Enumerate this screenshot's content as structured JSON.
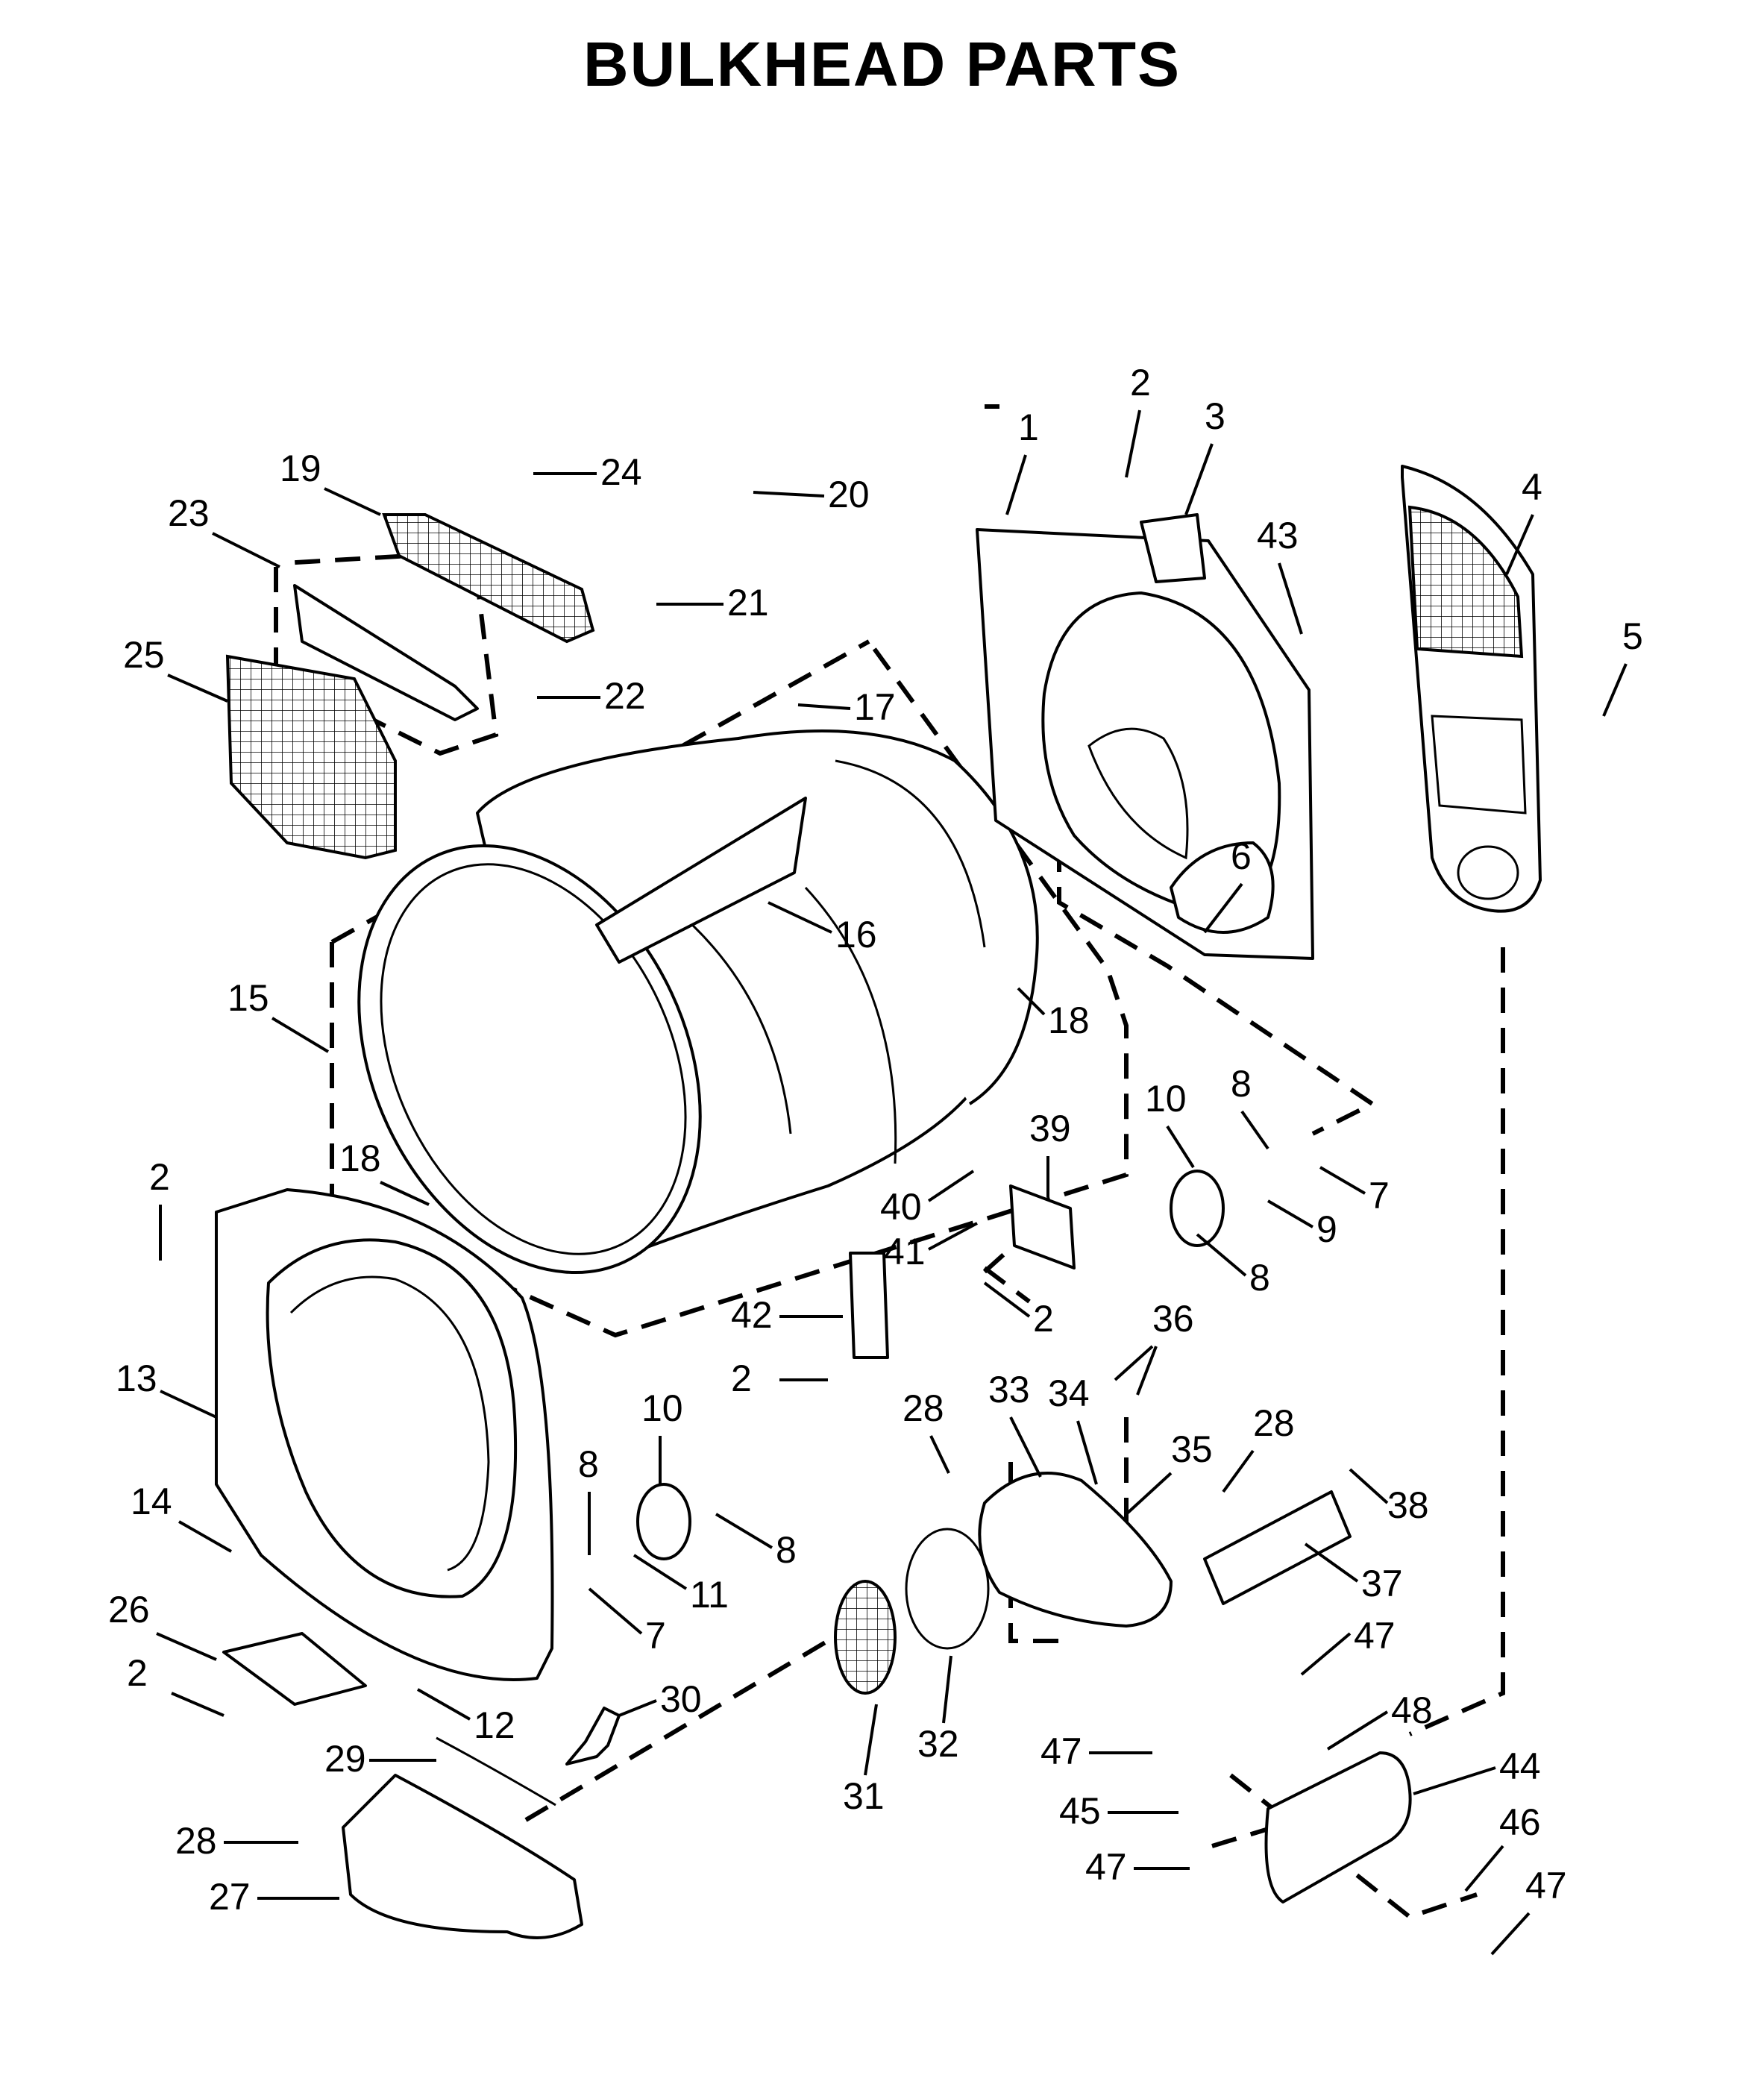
{
  "title": "BULKHEAD PARTS",
  "callouts": [
    "1",
    "2",
    "3",
    "4",
    "5",
    "6",
    "7",
    "8",
    "9",
    "10",
    "11",
    "12",
    "13",
    "14",
    "15",
    "16",
    "17",
    "18",
    "19",
    "20",
    "21",
    "22",
    "23",
    "24",
    "25",
    "26",
    "27",
    "28",
    "29",
    "30",
    "31",
    "32",
    "33",
    "34",
    "35",
    "36",
    "37",
    "38",
    "39",
    "40",
    "41",
    "42",
    "43",
    "44",
    "45",
    "46",
    "47",
    "48"
  ]
}
